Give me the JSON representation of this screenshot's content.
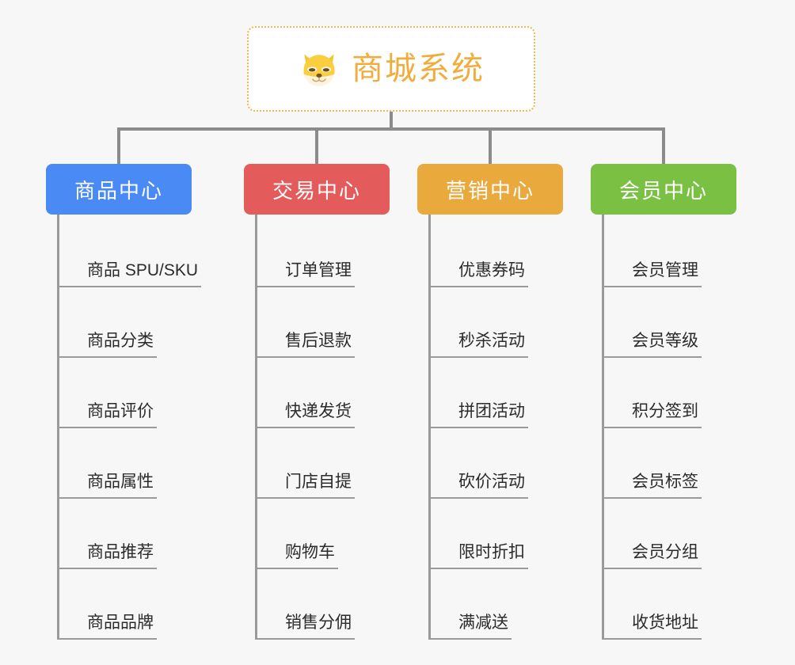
{
  "root": {
    "title": "商城系统",
    "icon": "dog-face-icon",
    "border_color": "#f0b74a",
    "text_color": "#f0ad3e",
    "background": "#ffffff"
  },
  "canvas": {
    "background": "#f7f7f7",
    "connector_color": "#8c8c8c"
  },
  "branches": [
    {
      "label": "商品中心",
      "color": "#4a8af4",
      "items": [
        "商品 SPU/SKU",
        "商品分类",
        "商品评价",
        "商品属性",
        "商品推荐",
        "商品品牌"
      ]
    },
    {
      "label": "交易中心",
      "color": "#e35b5b",
      "items": [
        "订单管理",
        "售后退款",
        "快递发货",
        "门店自提",
        "购物车",
        "销售分佣"
      ]
    },
    {
      "label": "营销中心",
      "color": "#eaa93c",
      "items": [
        "优惠券码",
        "秒杀活动",
        "拼团活动",
        "砍价活动",
        "限时折扣",
        "满减送"
      ]
    },
    {
      "label": "会员中心",
      "color": "#7ac143",
      "items": [
        "会员管理",
        "会员等级",
        "积分签到",
        "会员标签",
        "会员分组",
        "收货地址"
      ]
    }
  ]
}
